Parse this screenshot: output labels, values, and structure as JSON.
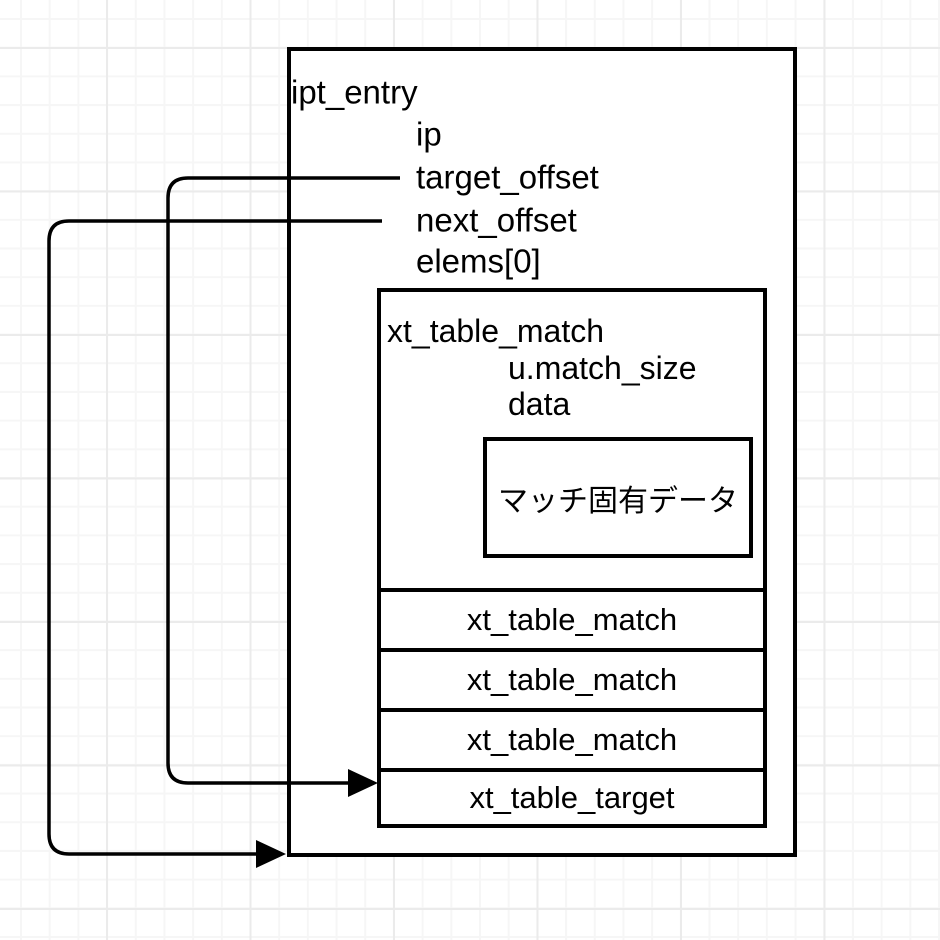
{
  "diagram": {
    "outer_struct": {
      "title": "ipt_entry",
      "fields": [
        "ip",
        "target_offset",
        "next_offset",
        "elems[0]"
      ]
    },
    "first_match": {
      "title": "xt_table_match",
      "fields": [
        "u.match_size",
        "data"
      ],
      "data_box_label": "マッチ固有データ"
    },
    "rows": [
      "xt_table_match",
      "xt_table_match",
      "xt_table_match",
      "xt_table_target"
    ],
    "arrows": [
      {
        "from": "target_offset",
        "to": "xt_table_target"
      },
      {
        "from": "next_offset",
        "to": "ipt_entry-end"
      }
    ],
    "colors": {
      "stroke": "#000000",
      "fill": "#ffffff",
      "grid_minor": "#f6f6f6",
      "grid_major": "#ebebeb"
    }
  }
}
